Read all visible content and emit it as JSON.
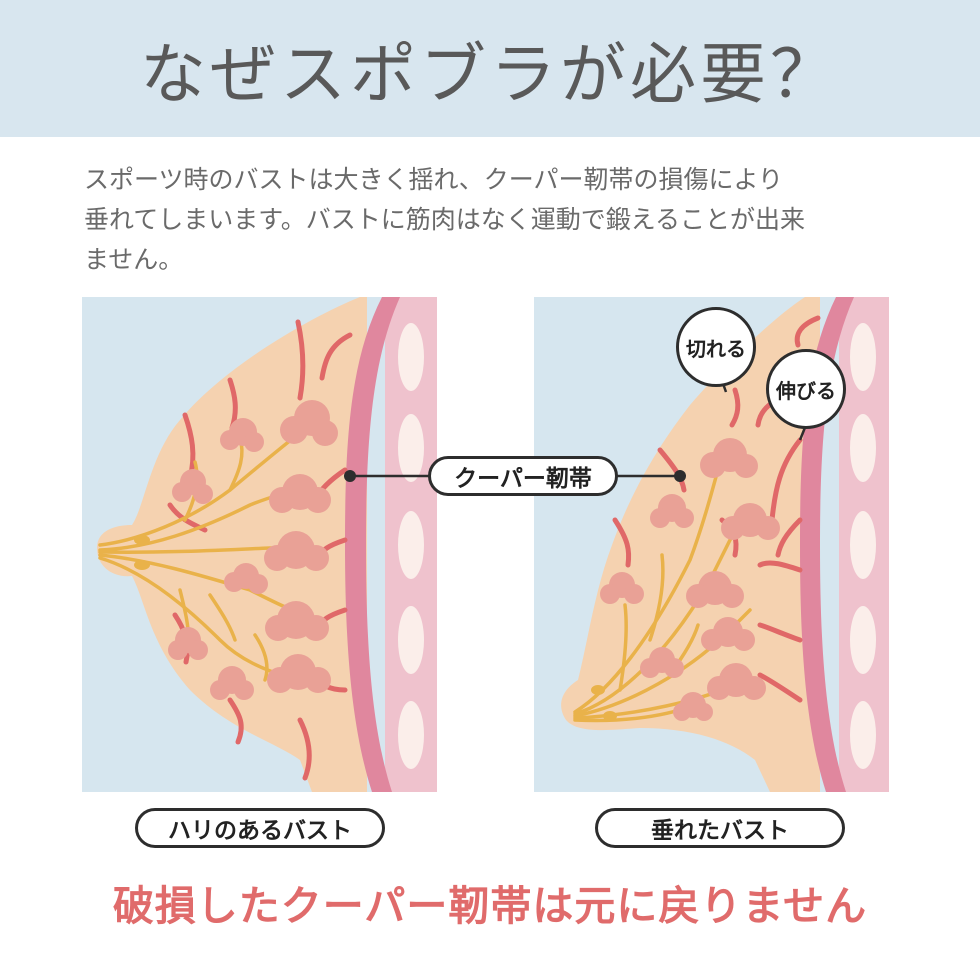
{
  "header": {
    "title": "なぜスポブラが必要？"
  },
  "description": {
    "line1": "スポーツ時のバストは大きく揺れ、クーパー靭帯の損傷により",
    "line2": "垂れてしまいます。バストに筋肉はなく運動で鍛えることが出来",
    "line3": "ません。"
  },
  "labels": {
    "ligament": "クーパー靭帯",
    "firm_bust": "ハリのあるバスト",
    "sagging_bust": "垂れたバスト",
    "torn": "切れる",
    "stretched": "伸びる"
  },
  "footer": {
    "message": "破損したクーパー靭帯は元に戻りません"
  },
  "colors": {
    "header_bg": "#d8e6ef",
    "panel_bg": "#d6e6ef",
    "skin": "#f5d2b0",
    "ligament": "#e06868",
    "gland": "#e9a196",
    "duct": "#e9b24a",
    "muscle": "#e0879e",
    "rib_band": "#efc2cd",
    "accent_text": "#e06b6b"
  }
}
